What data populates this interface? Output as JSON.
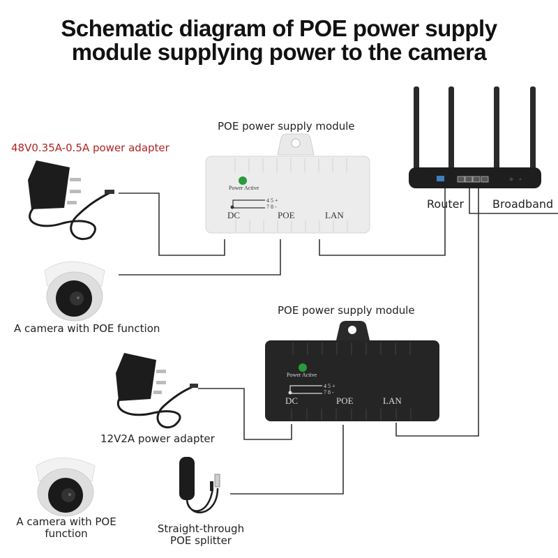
{
  "title": {
    "line1": "Schematic diagram of POE power supply",
    "line2": "module supplying power to the camera"
  },
  "modules": [
    {
      "label": "POE power supply module",
      "color": "white",
      "led_label": "Power Active",
      "pin_top": "4 5 +",
      "pin_bottom": "7 8 -",
      "ports": [
        "DC",
        "POE",
        "LAN"
      ]
    },
    {
      "label": "POE power supply module",
      "color": "black",
      "led_label": "Power Active",
      "pin_top": "4 5 +",
      "pin_bottom": "7 8 -",
      "ports": [
        "DC",
        "POE",
        "LAN"
      ]
    }
  ],
  "router": {
    "label": "Router",
    "broadband_label": "Broadband"
  },
  "adapters": [
    {
      "label": "48V0.35A-0.5A power adapter",
      "color": "#b22222"
    },
    {
      "label": "12V2A power adapter",
      "color": "#222222"
    }
  ],
  "cameras": [
    {
      "label": "A camera with POE function"
    },
    {
      "label_line1": "A camera with POE",
      "label_line2": "function"
    }
  ],
  "splitter": {
    "label_line1": "Straight-through",
    "label_line2": "POE splitter"
  },
  "connections": [
    {
      "from": "48V adapter",
      "to": "module-1 DC"
    },
    {
      "from": "camera-1",
      "to": "module-1 POE"
    },
    {
      "from": "module-1 LAN",
      "to": "router LAN"
    },
    {
      "from": "router WAN",
      "to": "broadband"
    },
    {
      "from": "12V adapter",
      "to": "module-2 DC"
    },
    {
      "from": "splitter",
      "to": "module-2 POE"
    },
    {
      "from": "module-2 LAN",
      "to": "router LAN"
    }
  ]
}
